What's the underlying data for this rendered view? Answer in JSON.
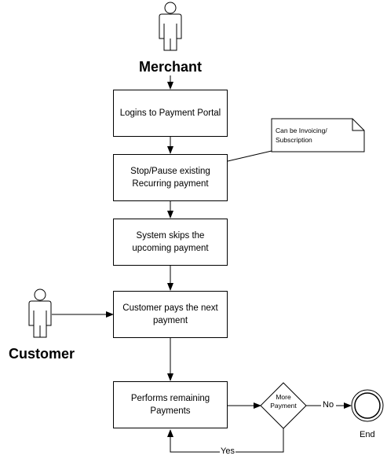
{
  "actors": {
    "merchant": "Merchant",
    "customer": "Customer"
  },
  "steps": {
    "login": "Logins to Payment Portal",
    "stop_pause": "Stop/Pause existing Recurring payment",
    "system_skips": "System skips the upcoming payment",
    "customer_pays": "Customer pays the next payment",
    "performs_remaining": "Performs remaining Payments"
  },
  "note": {
    "line1": "Can be Invoicing/",
    "line2": "Subscription"
  },
  "decision": {
    "line1": "More",
    "line2": "Payment"
  },
  "flow_labels": {
    "no": "No",
    "yes": "Yes"
  },
  "end_label": "End"
}
